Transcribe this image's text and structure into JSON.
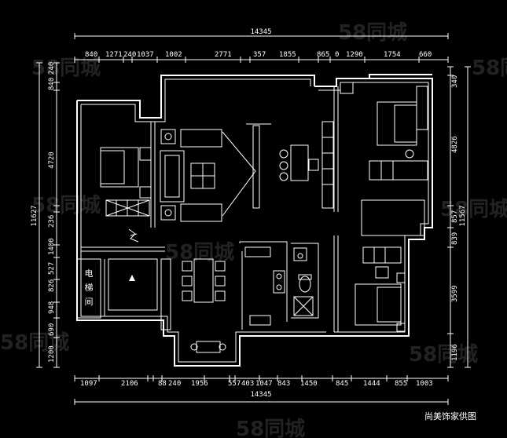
{
  "plan": {
    "top_total": "14345",
    "bottom_total": "14345",
    "top_dims": [
      "840",
      "1271",
      "240",
      "1037",
      "1002",
      "2771",
      "357",
      "1855",
      "865",
      "0",
      "1290",
      "1754",
      "660"
    ],
    "bottom_dims": [
      "1097",
      "2106",
      "88",
      "240",
      "1956",
      "557",
      "403",
      "1047",
      "843",
      "1450",
      "845",
      "1444",
      "855",
      "1003"
    ],
    "left_total": "11627",
    "left_dims": [
      "840",
      "240",
      "4720",
      "236",
      "1400",
      "527",
      "826",
      "948",
      "690",
      "1200"
    ],
    "right_total": "11567",
    "right_dims": [
      "340",
      "4826",
      "857",
      "839",
      "3599",
      "1196"
    ],
    "elevator_label": [
      "电",
      "梯",
      "间"
    ],
    "watermark": "58同城",
    "caption": "尚美饰家供图"
  },
  "colors": {
    "background": "#000000",
    "lines": "#ffffff",
    "watermark": "#3a3a3a"
  }
}
